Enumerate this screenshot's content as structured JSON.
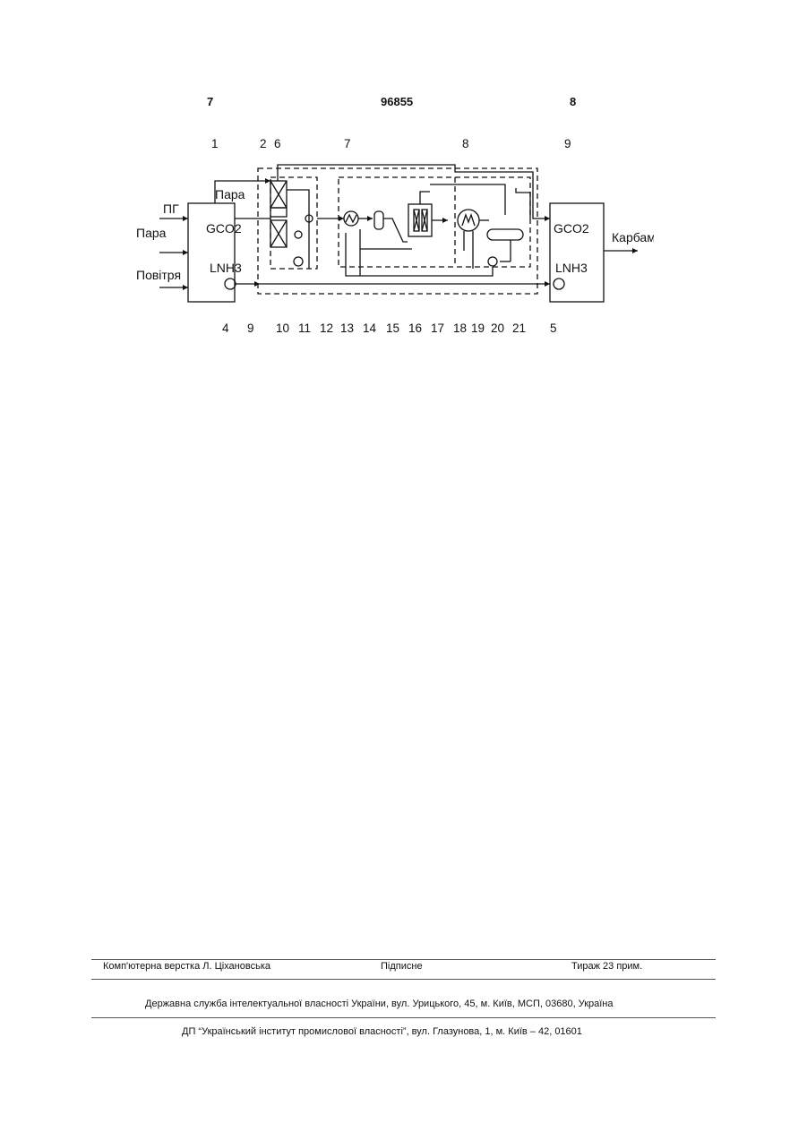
{
  "header": {
    "page_left": "7",
    "patent_number": "96855",
    "page_right": "8"
  },
  "diagram": {
    "block_left": {
      "inputs": [
        "ПГ",
        "Пара",
        "Повітря"
      ],
      "gco2": "GCO2",
      "lnh3": "LNH3",
      "steam_out": "Пара"
    },
    "block_right": {
      "gco2": "GCO2",
      "lnh3": "LNH3",
      "output": "Карбамід"
    },
    "top_numbers": [
      "1",
      "2",
      "6",
      "7",
      "8",
      "9"
    ],
    "bottom_numbers": [
      "4",
      "9",
      "10",
      "11",
      "12",
      "13",
      "14",
      "15",
      "16",
      "17",
      "18",
      "19",
      "20",
      "21",
      "5"
    ]
  },
  "footer": {
    "layout_credit": "Комп'ютерна верстка Л. Ціхановська",
    "signed": "Підписне",
    "circulation": "Тираж 23 прим.",
    "agency": "Державна служба інтелектуальної власності України, вул. Урицького, 45, м. Київ, МСП, 03680, Україна",
    "institute": "ДП “Український інститут промислової власності”, вул. Глазунова, 1, м. Київ – 42, 01601"
  }
}
